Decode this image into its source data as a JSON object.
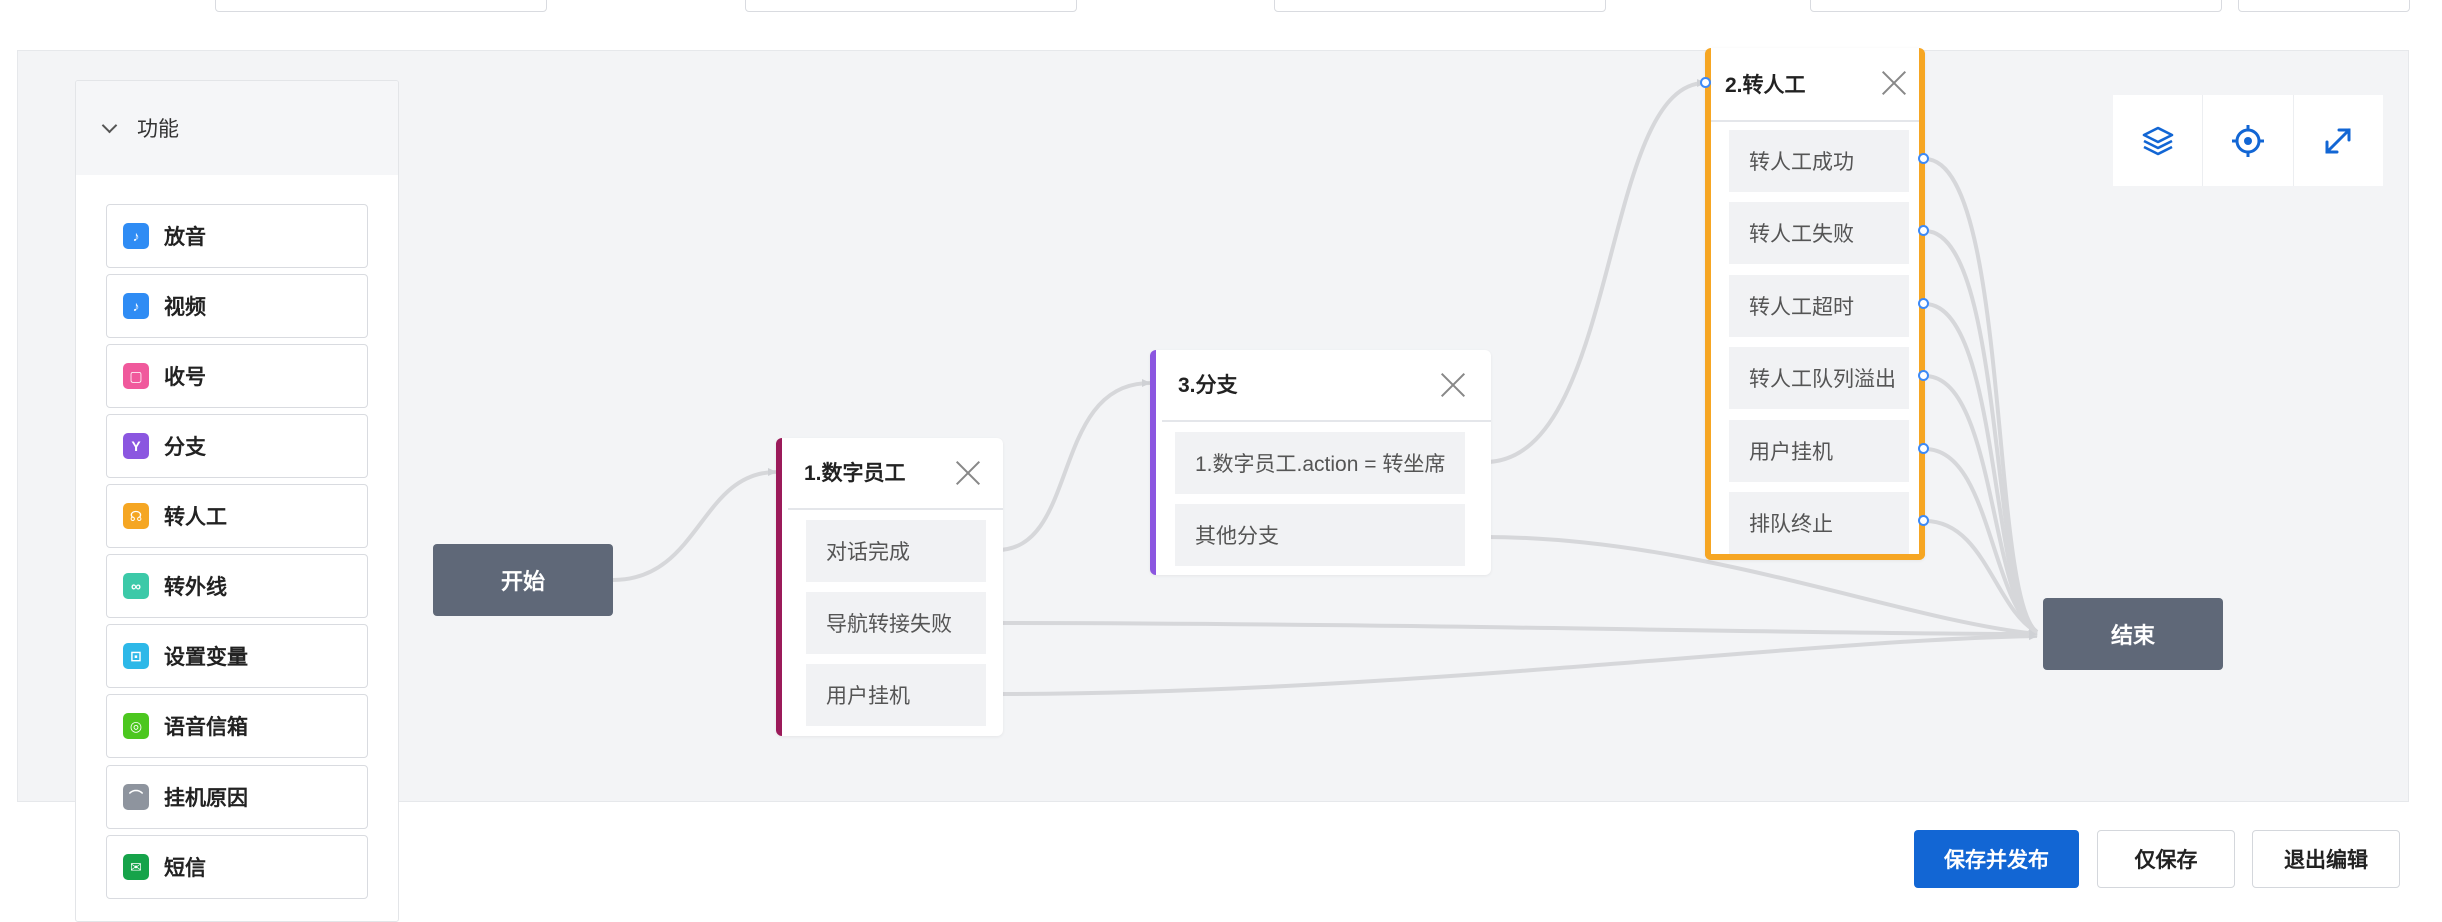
{
  "palette": {
    "header": "功能",
    "items": [
      {
        "label": "放音",
        "color": "#2f8cf4"
      },
      {
        "label": "视频",
        "color": "#2f8cf4"
      },
      {
        "label": "收号",
        "color": "#f0599c"
      },
      {
        "label": "分支",
        "color": "#8b56e0"
      },
      {
        "label": "转人工",
        "color": "#f5a623"
      },
      {
        "label": "转外线",
        "color": "#3cc9a8"
      },
      {
        "label": "设置变量",
        "color": "#2db8e8"
      },
      {
        "label": "语音信箱",
        "color": "#4cc71f"
      },
      {
        "label": "挂机原因",
        "color": "#8e949e"
      },
      {
        "label": "短信",
        "color": "#16a34a"
      }
    ]
  },
  "flow": {
    "start": "开始",
    "end": "结束",
    "node1": {
      "title": "1.数字员工",
      "accent": "#9b1a5a",
      "branches": [
        "对话完成",
        "导航转接失败",
        "用户挂机"
      ]
    },
    "node3": {
      "title": "3.分支",
      "accent": "#8b56e0",
      "branches": [
        "1.数字员工.action = 转坐席",
        "其他分支"
      ]
    },
    "node2": {
      "title": "2.转人工",
      "accent": "#f6a623",
      "branches": [
        "转人工成功",
        "转人工失败",
        "转人工超时",
        "转人工队列溢出",
        "用户挂机",
        "排队终止"
      ]
    }
  },
  "toolbar": {
    "icons": [
      "layers-icon",
      "locate-icon",
      "fullscreen-icon"
    ]
  },
  "actions": {
    "save_publish": "保存并发布",
    "save_only": "仅保存",
    "exit_edit": "退出编辑"
  }
}
